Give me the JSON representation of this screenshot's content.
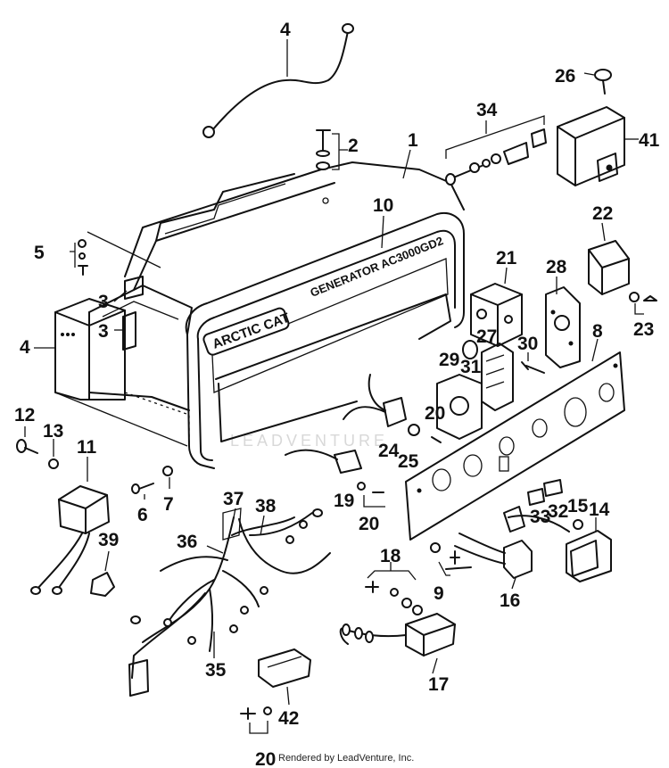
{
  "diagram": {
    "housing_text": {
      "brand": "ARCTIC CAT",
      "model": "GENERATOR AC3000GD2"
    },
    "watermark": "LEADVENTURE",
    "callouts": [
      "4",
      "2",
      "1",
      "34",
      "26",
      "41",
      "10",
      "22",
      "5",
      "3",
      "3",
      "4",
      "21",
      "28",
      "8",
      "23",
      "27",
      "30",
      "29",
      "31",
      "12",
      "13",
      "11",
      "20",
      "24",
      "25",
      "6",
      "7",
      "37",
      "38",
      "19",
      "20",
      "33",
      "32",
      "15",
      "14",
      "36",
      "39",
      "18",
      "9",
      "16",
      "35",
      "17",
      "42",
      "20"
    ],
    "footer": "Rendered by LeadVenture, Inc."
  }
}
